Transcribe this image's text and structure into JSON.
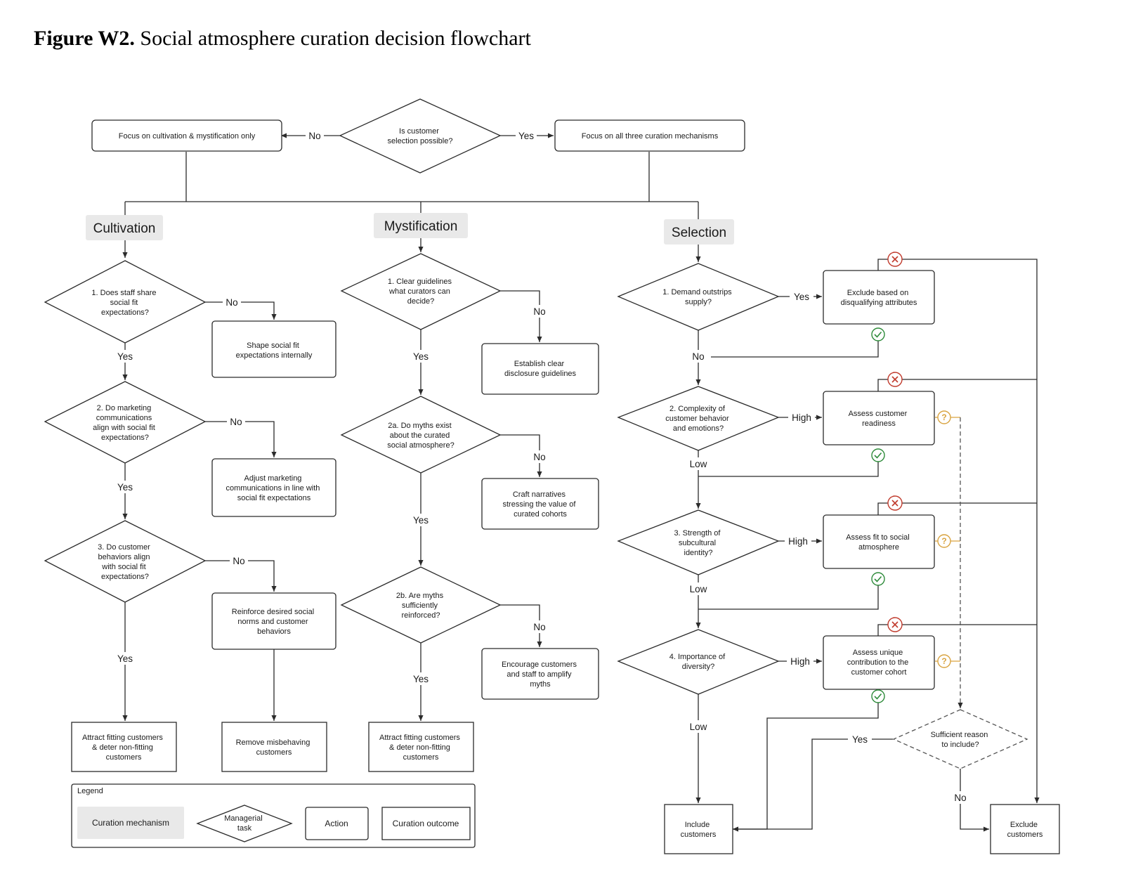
{
  "figure": {
    "label": "Figure W2.",
    "title": "Social atmosphere curation decision flowchart"
  },
  "top": {
    "question": [
      "Is customer",
      "selection possible?"
    ],
    "no_branch": "Focus on cultivation & mystification only",
    "yes_branch": "Focus on all three curation mechanisms",
    "yes": "Yes",
    "no": "No"
  },
  "mechanisms": {
    "cultivation": "Cultivation",
    "mystification": "Mystification",
    "selection": "Selection"
  },
  "cultivation": {
    "q1": [
      "1. Does staff share",
      "social fit",
      "expectations?"
    ],
    "a1": [
      "Shape social fit",
      "expectations internally"
    ],
    "q2": [
      "2. Do marketing",
      "communications",
      "align with social fit",
      "expectations?"
    ],
    "a2": [
      "Adjust marketing",
      "communications in line with",
      "social fit expectations"
    ],
    "q3": [
      "3. Do customer",
      "behaviors align",
      "with social fit",
      "expectations?"
    ],
    "a3": [
      "Reinforce desired social",
      "norms and customer",
      "behaviors"
    ],
    "outcome": [
      "Attract fitting customers",
      "& deter non-fitting",
      "customers"
    ],
    "remove": [
      "Remove misbehaving",
      "customers"
    ]
  },
  "mystification": {
    "q1": [
      "1. Clear guidelines",
      "what curators can",
      "decide?"
    ],
    "a1": [
      "Establish clear",
      "disclosure guidelines"
    ],
    "q2a": [
      "2a. Do myths exist",
      "about the curated",
      "social atmosphere?"
    ],
    "a2a": [
      "Craft narratives",
      "stressing the value of",
      "curated cohorts"
    ],
    "q2b": [
      "2b. Are myths",
      "sufficiently",
      "reinforced?"
    ],
    "a2b": [
      "Encourage customers",
      "and staff to amplify",
      "myths"
    ],
    "outcome": [
      "Attract fitting customers",
      "& deter non-fitting",
      "customers"
    ]
  },
  "selection": {
    "q1": [
      "1. Demand outstrips",
      "supply?"
    ],
    "a1": [
      "Exclude based on",
      "disqualifying attributes"
    ],
    "q2": [
      "2. Complexity of",
      "customer behavior",
      "and emotions?"
    ],
    "a2": [
      "Assess customer",
      "readiness"
    ],
    "q3": [
      "3. Strength of",
      "subcultural",
      "identity?"
    ],
    "a3": [
      "Assess fit to social",
      "atmosphere"
    ],
    "q4": [
      "4. Importance of",
      "diversity?"
    ],
    "a4": [
      "Assess unique",
      "contribution to the",
      "customer cohort"
    ],
    "sufficient": [
      "Sufficient reason",
      "to include?"
    ],
    "include": [
      "Include",
      "customers"
    ],
    "exclude": [
      "Exclude",
      "customers"
    ],
    "high": "High",
    "low": "Low"
  },
  "edges": {
    "yes": "Yes",
    "no": "No"
  },
  "legend": {
    "title": "Legend",
    "mechanism": "Curation mechanism",
    "task": [
      "Managerial",
      "task"
    ],
    "action": "Action",
    "outcome": "Curation outcome"
  },
  "icons": {
    "check": "check-circle-icon",
    "cross": "x-circle-icon",
    "question": "question-circle-icon"
  },
  "colors": {
    "check": "#2e8b3a",
    "cross": "#c0392b",
    "question": "#d9a441",
    "mechanism_fill": "#e9e9e9"
  }
}
